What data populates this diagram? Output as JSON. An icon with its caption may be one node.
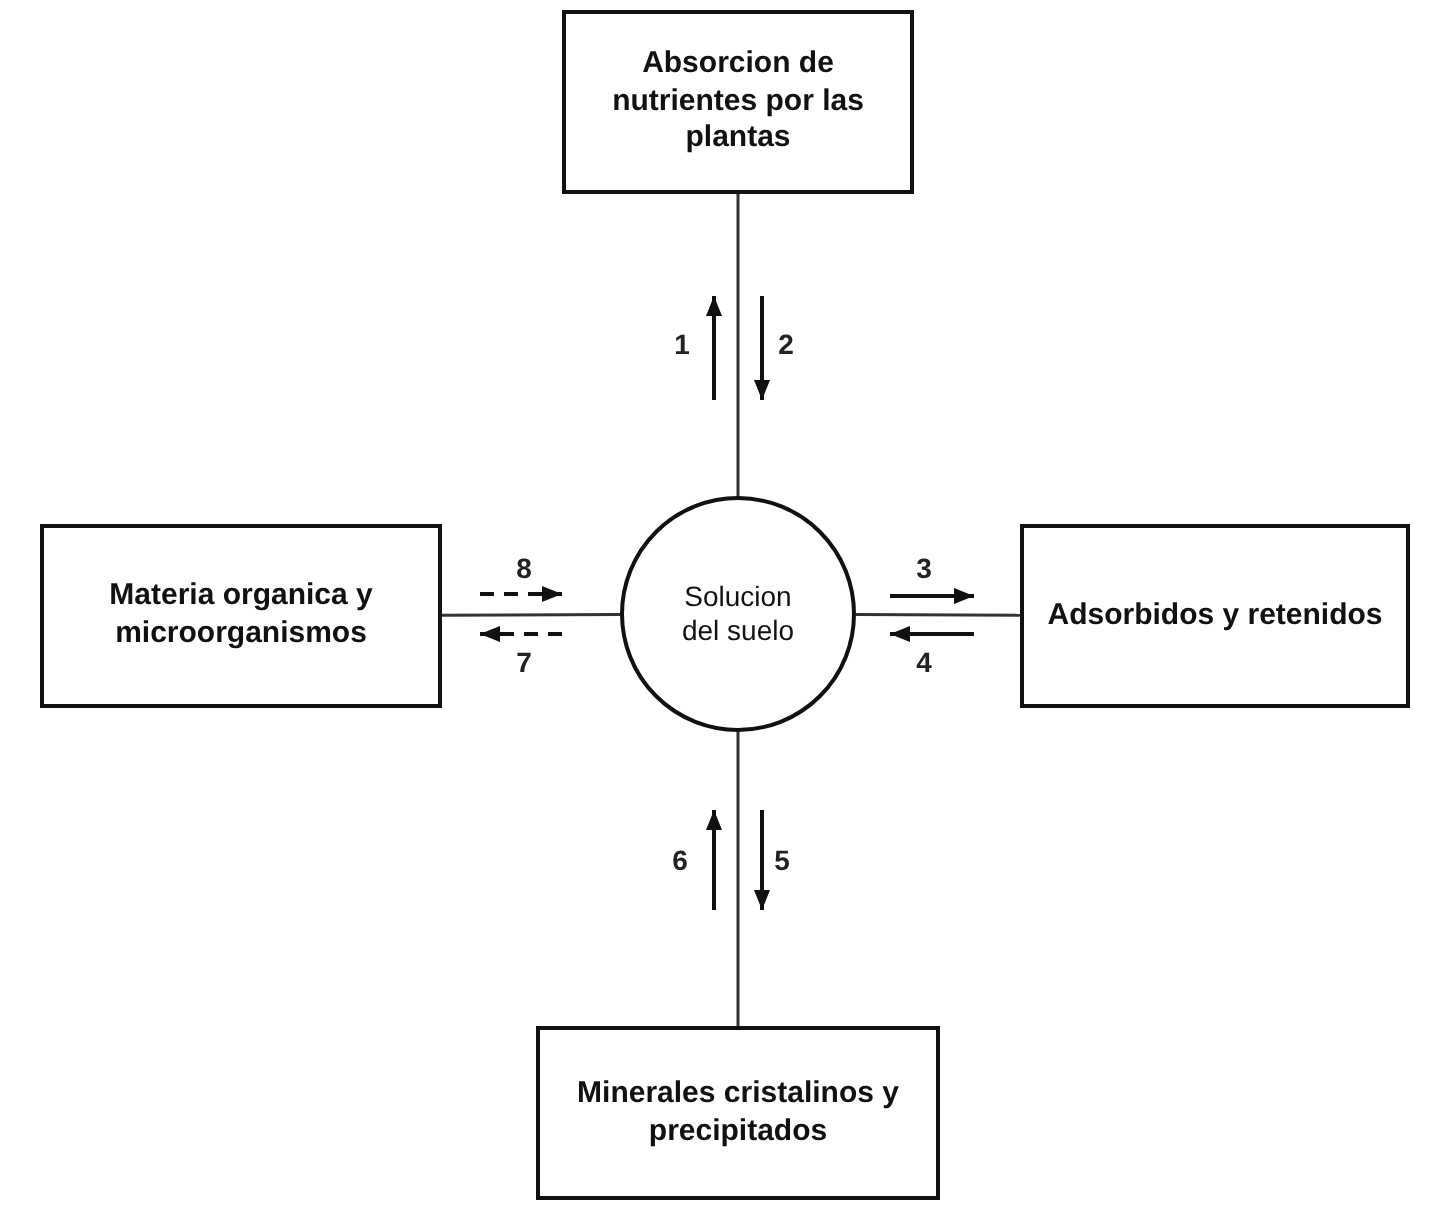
{
  "diagram": {
    "nodes": [
      {
        "text": [
          "Absorcion de nutrientes por las plantas"
        ]
      },
      {
        "text": [
          "Materia organica y microorganismos"
        ]
      },
      {
        "text": [
          "Solucion del suelo"
        ]
      },
      {
        "text": [
          "Adsorbidos y retenidos"
        ]
      },
      {
        "text": [
          "Minerales cristalinos y precipitados"
        ]
      }
    ],
    "edges": [
      {
        "from": 0,
        "to": 2,
        "arrow": "none"
      },
      {
        "from": 1,
        "to": 2,
        "arrow": "none"
      },
      {
        "from": 2,
        "to": 3,
        "arrow": "none"
      },
      {
        "from": 2,
        "to": 4,
        "arrow": "none"
      }
    ],
    "labels": [
      "1",
      "2",
      "8",
      "3",
      "7",
      "4",
      "6",
      "5"
    ]
  }
}
